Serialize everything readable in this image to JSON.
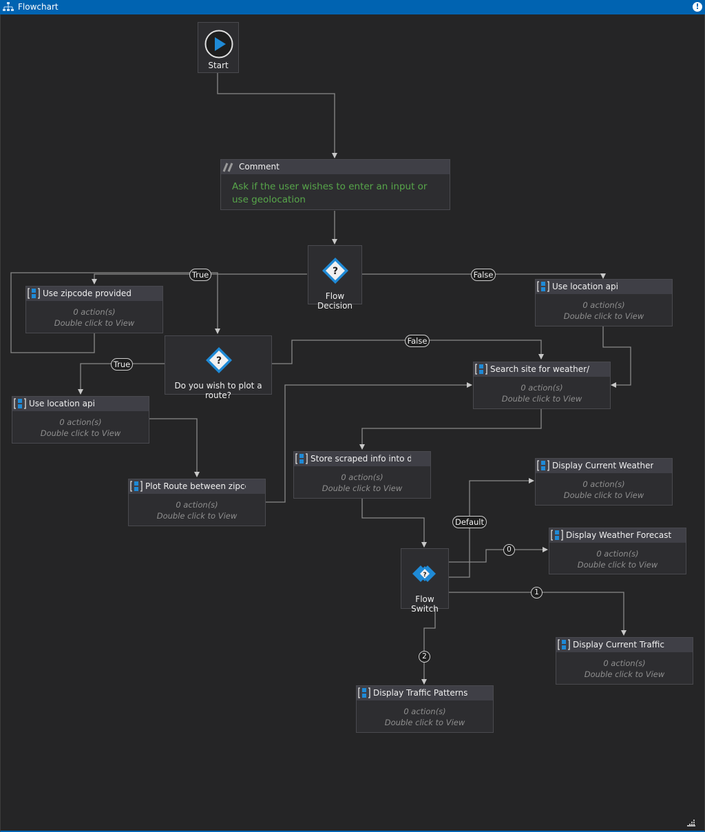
{
  "window": {
    "title": "Flowchart",
    "info_icon": "info-icon"
  },
  "start": {
    "label": "Start"
  },
  "comment": {
    "title": "Comment",
    "text": "Ask if the user wishes to enter an input or use geolocation"
  },
  "decisions": [
    {
      "id": "flow-decision",
      "label": "Flow Decision"
    },
    {
      "id": "plot-decision",
      "label": "Do you wish to plot a route?"
    }
  ],
  "switch": {
    "label": "Flow Switch"
  },
  "sequences": [
    {
      "id": "use-zipcode",
      "title": "Use zipcode provided",
      "count": "0 action(s)",
      "hint": "Double click to View"
    },
    {
      "id": "use-location-api-1",
      "title": "Use location api",
      "count": "0 action(s)",
      "hint": "Double click to View"
    },
    {
      "id": "search-site",
      "title": "Search site for weather/trai",
      "count": "0 action(s)",
      "hint": "Double click to View"
    },
    {
      "id": "use-location-api-2",
      "title": "Use location api",
      "count": "0 action(s)",
      "hint": "Double click to View"
    },
    {
      "id": "plot-route",
      "title": "Plot Route between zipcod",
      "count": "0 action(s)",
      "hint": "Double click to View"
    },
    {
      "id": "store-scraped",
      "title": "Store scraped info into dat",
      "count": "0 action(s)",
      "hint": "Double click to View"
    },
    {
      "id": "display-current-weather",
      "title": "Display Current Weather",
      "count": "0 action(s)",
      "hint": "Double click to View"
    },
    {
      "id": "display-weather-forecast",
      "title": "Display Weather Forecast",
      "count": "0 action(s)",
      "hint": "Double click to View"
    },
    {
      "id": "display-current-traffic",
      "title": "Display Current Traffic",
      "count": "0 action(s)",
      "hint": "Double click to View"
    },
    {
      "id": "display-traffic-patterns",
      "title": "Display Traffic Patterns",
      "count": "0 action(s)",
      "hint": "Double click to View"
    }
  ],
  "edge_labels": {
    "decision_true": "True",
    "decision_false": "False",
    "plot_true": "True",
    "plot_false": "False",
    "switch_default": "Default",
    "switch_case_0": "0",
    "switch_case_1": "1",
    "switch_case_2": "2"
  },
  "colors": {
    "accent": "#0063b1",
    "comment_text": "#57a64a",
    "icon_blue": "#1f8ad6"
  }
}
